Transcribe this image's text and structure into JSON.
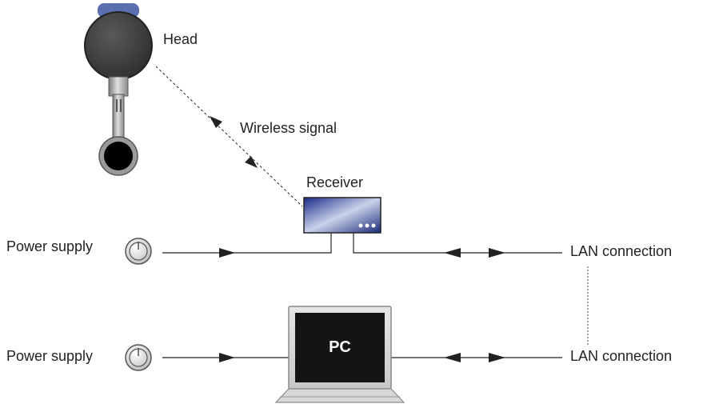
{
  "labels": {
    "head": "Head",
    "wireless": "Wireless signal",
    "receiver": "Receiver",
    "power_supply_1": "Power supply",
    "power_supply_2": "Power supply",
    "lan_1": "LAN connection",
    "lan_2": "LAN connection",
    "pc": "PC"
  },
  "icons": {
    "head": "sensor-head-icon",
    "receiver": "receiver-device-icon",
    "power": "power-button-icon",
    "pc": "laptop-icon"
  },
  "colors": {
    "line": "#222222",
    "text": "#222222",
    "screen": "#141414",
    "head": "#3a3a3a"
  }
}
